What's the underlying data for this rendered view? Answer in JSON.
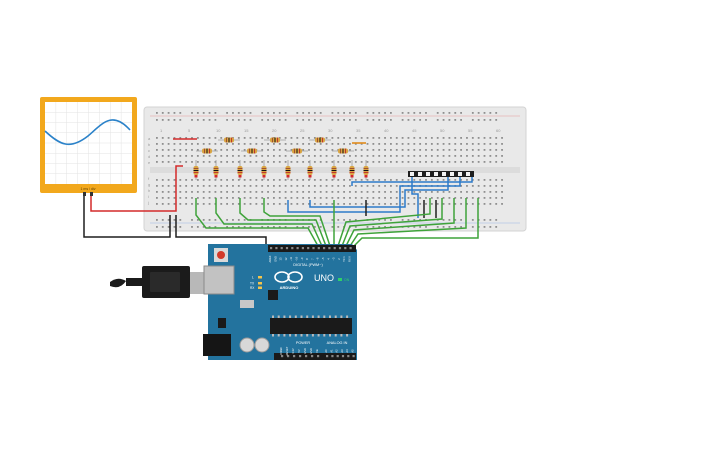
{
  "oscilloscope": {
    "footer_label": "1 ms / div",
    "icon": "sine-wave",
    "frame_color": "#f2a81d",
    "trace_color": "#2b82c9"
  },
  "breadboard": {
    "column_numbers": [
      "1",
      "5",
      "10",
      "15",
      "20",
      "25",
      "30",
      "35",
      "40",
      "45",
      "50",
      "55",
      "60"
    ],
    "row_letters_top": [
      "a",
      "b",
      "c",
      "d",
      "e"
    ],
    "row_letters_bottom": [
      "f",
      "g",
      "h",
      "i",
      "j"
    ],
    "resistor_color": "#d9a441",
    "switch_color": "#1e1e1e"
  },
  "arduino": {
    "brand": "ARDUINO",
    "model": "UNO",
    "digital_header": "DIGITAL (PWM~)",
    "power_header": "POWER",
    "analog_header": "ANALOG IN",
    "on_label": "ON",
    "led_labels": [
      "L",
      "TX",
      "RX"
    ],
    "top_pins": [
      "AREF",
      "GND",
      "13",
      "12",
      "~11",
      "~10",
      "~9",
      "8",
      "7",
      "~6",
      "~5",
      "4",
      "~3",
      "2",
      "TX 1",
      "RX 0"
    ],
    "power_pins": [
      "IOREF",
      "RESET",
      "3.3V",
      "5V",
      "GND",
      "GND",
      "Vin"
    ],
    "analog_pins": [
      "A0",
      "A1",
      "A2",
      "A3",
      "A4",
      "A5"
    ],
    "board_color": "#23739e",
    "accent_color": "#3aa3c7"
  },
  "wires": {
    "green": "#3fa33a",
    "blue": "#2d7ac9",
    "red": "#d42a2a",
    "black": "#1f1f1f"
  }
}
